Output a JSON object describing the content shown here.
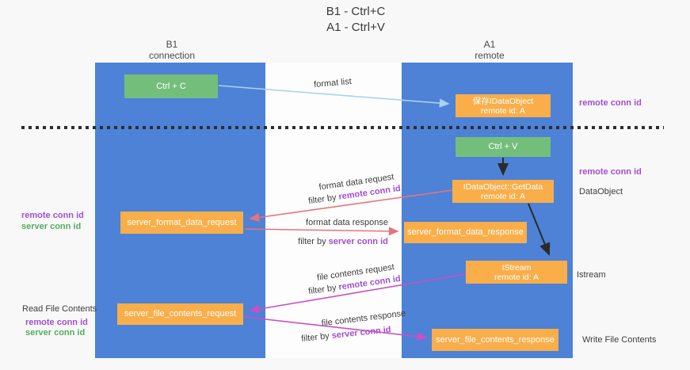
{
  "title": {
    "line1": "B1 - Ctrl+C",
    "line2": "A1 - Ctrl+V"
  },
  "columns": {
    "left": {
      "title": "B1",
      "subtitle": "connection"
    },
    "right": {
      "title": "A1",
      "subtitle": "remote"
    }
  },
  "nodes": {
    "ctrl_c": {
      "label": "Ctrl + C"
    },
    "ctrl_v": {
      "label": "Ctrl + V"
    },
    "save_idataobject": {
      "line1": "保存IDataObject",
      "line2": "remote id: A"
    },
    "getdata": {
      "line1": "IDataObject::GetData",
      "line2": "remote id: A"
    },
    "istream": {
      "line1": "IStream",
      "line2": "remote id: A"
    },
    "format_request": {
      "label": "server_format_data_request"
    },
    "format_response": {
      "label": "server_format_data_response"
    },
    "file_request": {
      "label": "server_file_contents_request"
    },
    "file_response": {
      "label": "server_file_contents_response"
    }
  },
  "arrows": {
    "format_list": {
      "label": "format list"
    },
    "format_data_request": {
      "label": "format data request",
      "filter_prefix": "filter by ",
      "filter_key": "remote conn id"
    },
    "format_data_response": {
      "label": "format data response",
      "filter_prefix": "filter by ",
      "filter_key": "server conn id"
    },
    "file_contents_request": {
      "label": "file contents request",
      "filter_prefix": "filter by ",
      "filter_key": "remote conn id"
    },
    "file_contents_response": {
      "label": "file contents response",
      "filter_prefix": "filter by ",
      "filter_key": "server conn id"
    }
  },
  "side_labels": {
    "right_top_conn": "remote conn id",
    "right_mid_conn": "remote conn id",
    "dataobject": "DataObject",
    "istream": "Istream",
    "write_file": "Write File Contents",
    "left_format_remote": "remote conn id",
    "left_format_server": "server conn id",
    "read_file": "Read File Contents",
    "left_file_remote": "remote conn id",
    "left_file_server": "server conn id"
  },
  "colors": {
    "lifeline_blue": "#4d82d6",
    "node_green": "#74be7c",
    "node_orange": "#f9ae4a",
    "arrow_red": "#e8737c",
    "arrow_magenta": "#cc4fc4",
    "arrow_lightblue": "#a9d3ee",
    "arrow_black": "#2b2b2b",
    "label_purple": "#a14fd0",
    "label_green": "#55ab5e",
    "text_dark": "#3d3d3d"
  }
}
